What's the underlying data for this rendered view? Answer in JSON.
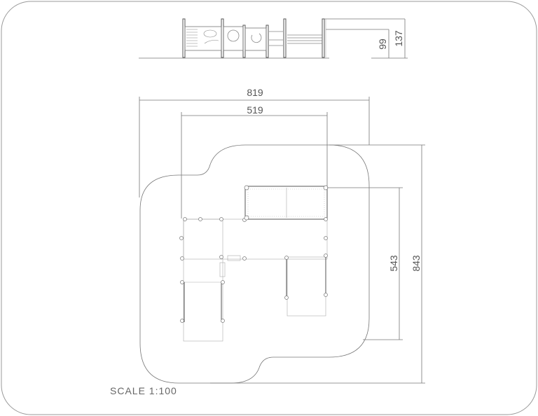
{
  "drawing": {
    "scale_label": "SCALE 1:100",
    "elevation_dims": {
      "platform_height": "99",
      "total_height": "137"
    },
    "plan_dims": {
      "overall_width": "819",
      "equipment_width": "519",
      "equipment_depth": "543",
      "overall_depth": "843"
    }
  }
}
